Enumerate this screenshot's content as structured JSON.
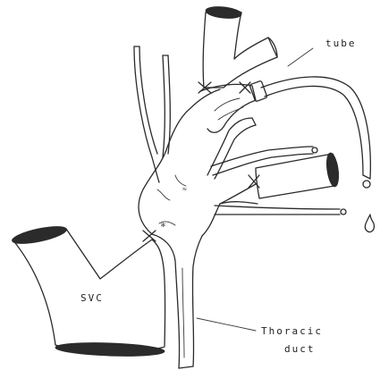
{
  "labels": {
    "tube": "tube",
    "svc": "SVC",
    "thoracic_line1": "Thoracic",
    "thoracic_line2": "duct"
  },
  "colors": {
    "ink": "#2a2a2a",
    "background": "#ffffff"
  }
}
